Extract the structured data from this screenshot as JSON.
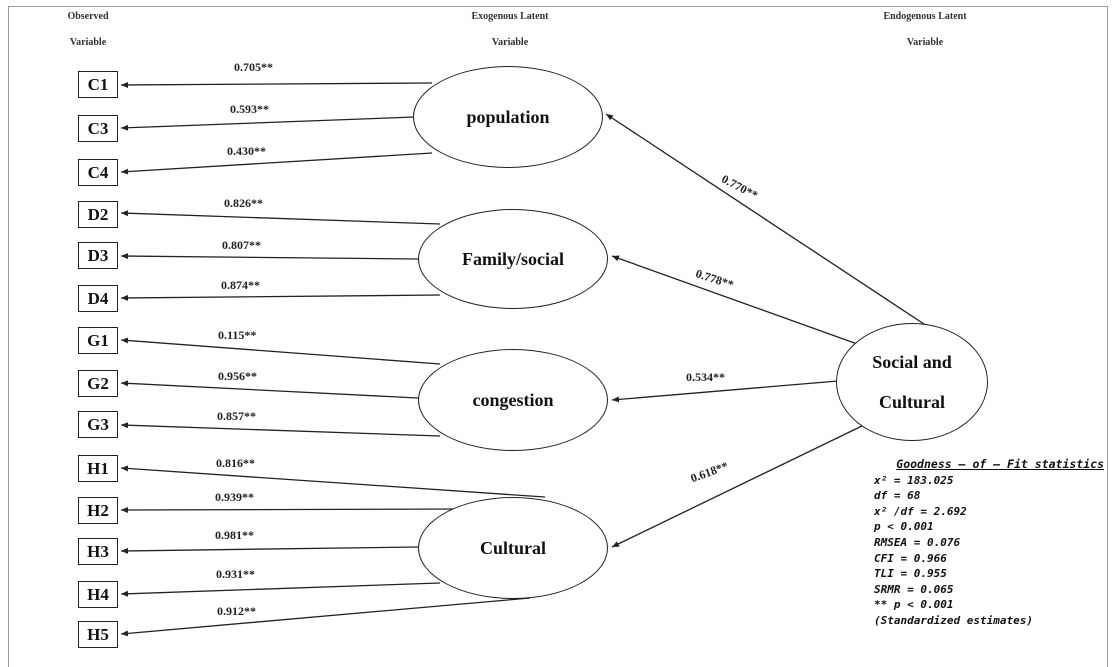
{
  "headers": {
    "observed": [
      "Observed",
      "Variable"
    ],
    "exogenous": [
      "Exogenous Latent",
      "Variable"
    ],
    "endogenous": [
      "Endogenous Latent",
      "Variable"
    ]
  },
  "observed": [
    "C1",
    "C3",
    "C4",
    "D2",
    "D3",
    "D4",
    "G1",
    "G2",
    "G3",
    "H1",
    "H2",
    "H3",
    "H4",
    "H5"
  ],
  "latent": {
    "population": "population",
    "family": "Family/social",
    "congestion": "congestion",
    "cultural": "Cultural"
  },
  "endogenous": [
    "Social and",
    "Cultural"
  ],
  "loadings": [
    "0.705**",
    "0.593**",
    "0.430**",
    "0.826**",
    "0.807**",
    "0.874**",
    "0.115**",
    "0.956**",
    "0.857**",
    "0.816**",
    "0.939**",
    "0.981**",
    "0.931**",
    "0.912**"
  ],
  "paths": {
    "population": "0.770**",
    "family": "0.778**",
    "congestion": "0.534**",
    "cultural": "0.618**"
  },
  "fit": {
    "title": "Goodness – of – Fit statistics",
    "lines": [
      "x² = 183.025",
      "df = 68",
      "x² /df = 2.692",
      "p  < 0.001",
      "RMSEA = 0.076",
      "CFI = 0.966",
      "TLI = 0.955",
      "SRMR = 0.065",
      "** p < 0.001",
      "(Standardized estimates)"
    ]
  }
}
